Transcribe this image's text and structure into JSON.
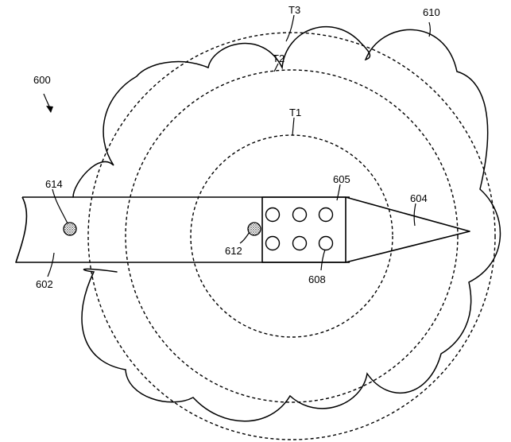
{
  "labels": {
    "figure": "600",
    "cloud": "610",
    "t3": "T3",
    "t2": "T2",
    "t1": "T1",
    "shaft": "602",
    "tip": "604",
    "electrode_region": "605",
    "electrode": "608",
    "sensor_distal": "612",
    "sensor_proximal": "614"
  }
}
